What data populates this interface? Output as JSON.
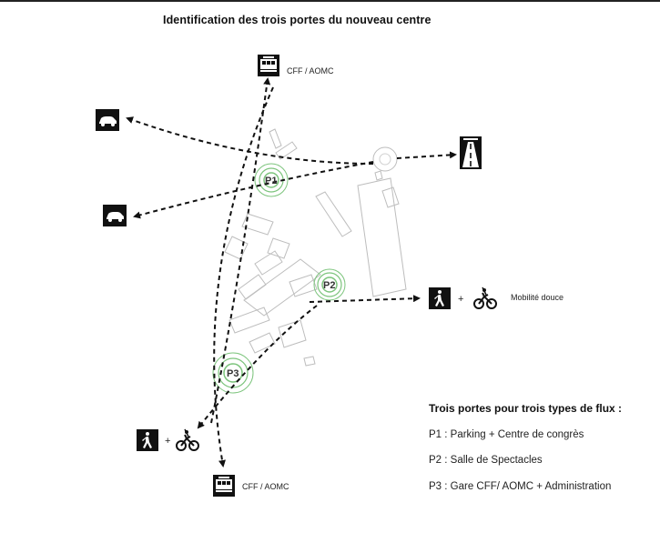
{
  "title": "Identification des trois portes du nouveau centre",
  "labels": {
    "cff_top": "CFF / AOMC",
    "cff_bottom": "CFF / AOMC",
    "mobilite": "Mobilité douce",
    "plus_right": "+",
    "plus_left": "+"
  },
  "gates": {
    "p1": "P1",
    "p2": "P2",
    "p3": "P3"
  },
  "legend": {
    "title": "Trois portes pour trois types de flux :",
    "items": [
      "P1 : Parking + Centre de congrès",
      "P2 : Salle de Spectacles",
      "P3 : Gare CFF/ AOMC  + Administration"
    ]
  },
  "colors": {
    "gate_green": "#7cc47c",
    "lines": "#111111",
    "buildings": "#bdbdbd"
  },
  "icons": [
    "train-icon",
    "car-icon",
    "highway-icon",
    "pedestrian-icon",
    "bicycle-icon"
  ]
}
